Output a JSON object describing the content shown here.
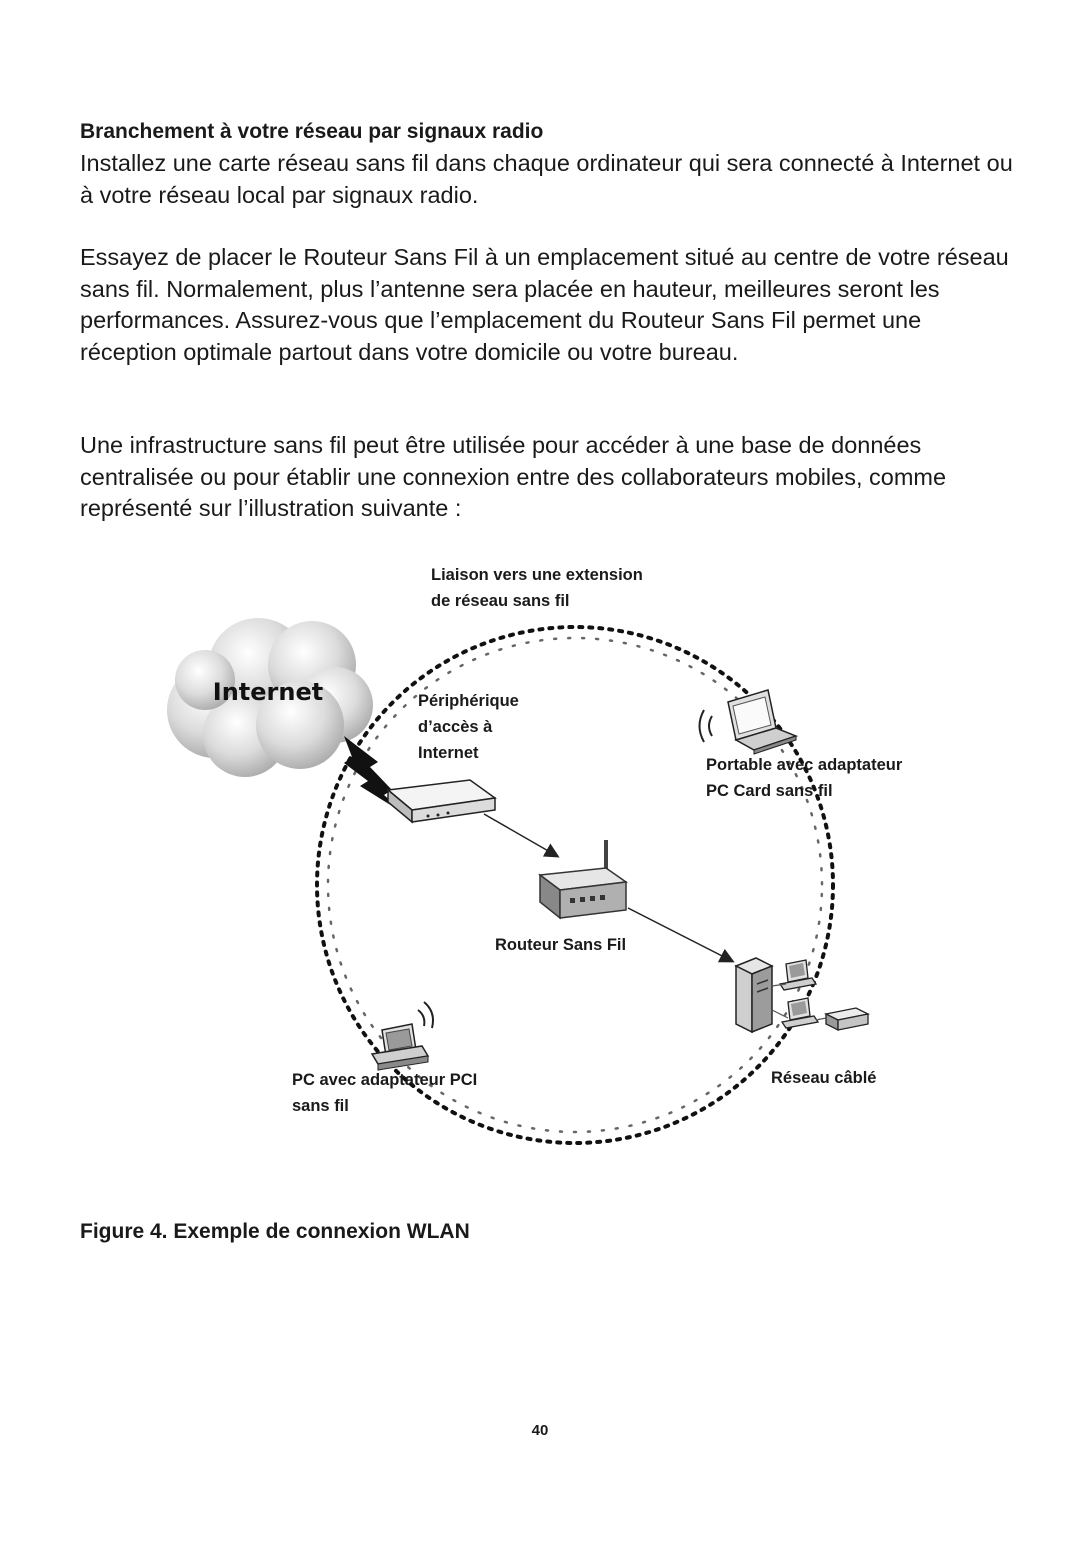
{
  "section": {
    "heading": "Branchement à votre réseau par signaux radio",
    "paragraphs": [
      "Installez une carte réseau sans fil dans chaque ordinateur qui sera connecté à Internet ou à votre réseau local par signaux radio.",
      "Essayez de placer le Routeur Sans Fil à un emplacement situé au centre de votre réseau sans fil. Normalement, plus l’antenne sera placée en hauteur, meilleures seront les performances. Assurez-vous que l’emplacement du Routeur Sans Fil permet une réception optimale partout dans votre domicile ou votre bureau.",
      "Une infrastructure sans fil peut être utilisée pour accéder à une base de données centralisée ou pour établir une connexion entre des collaborateurs mobiles, comme représenté sur l’illustration suivante :"
    ]
  },
  "diagram": {
    "cloud_label": "Internet",
    "labels": {
      "extension": "Liaison vers une extension\nde réseau sans fil",
      "access_device": "Périphérique\nd’accès à\nInternet",
      "laptop": "Portable avec adaptateur\nPC Card sans fil",
      "router": "Routeur Sans Fil",
      "pc": "PC avec adaptateur PCI\nsans fil",
      "wired": "Réseau câblé"
    }
  },
  "caption": "Figure 4. Exemple de connexion WLAN",
  "page_number": "40"
}
